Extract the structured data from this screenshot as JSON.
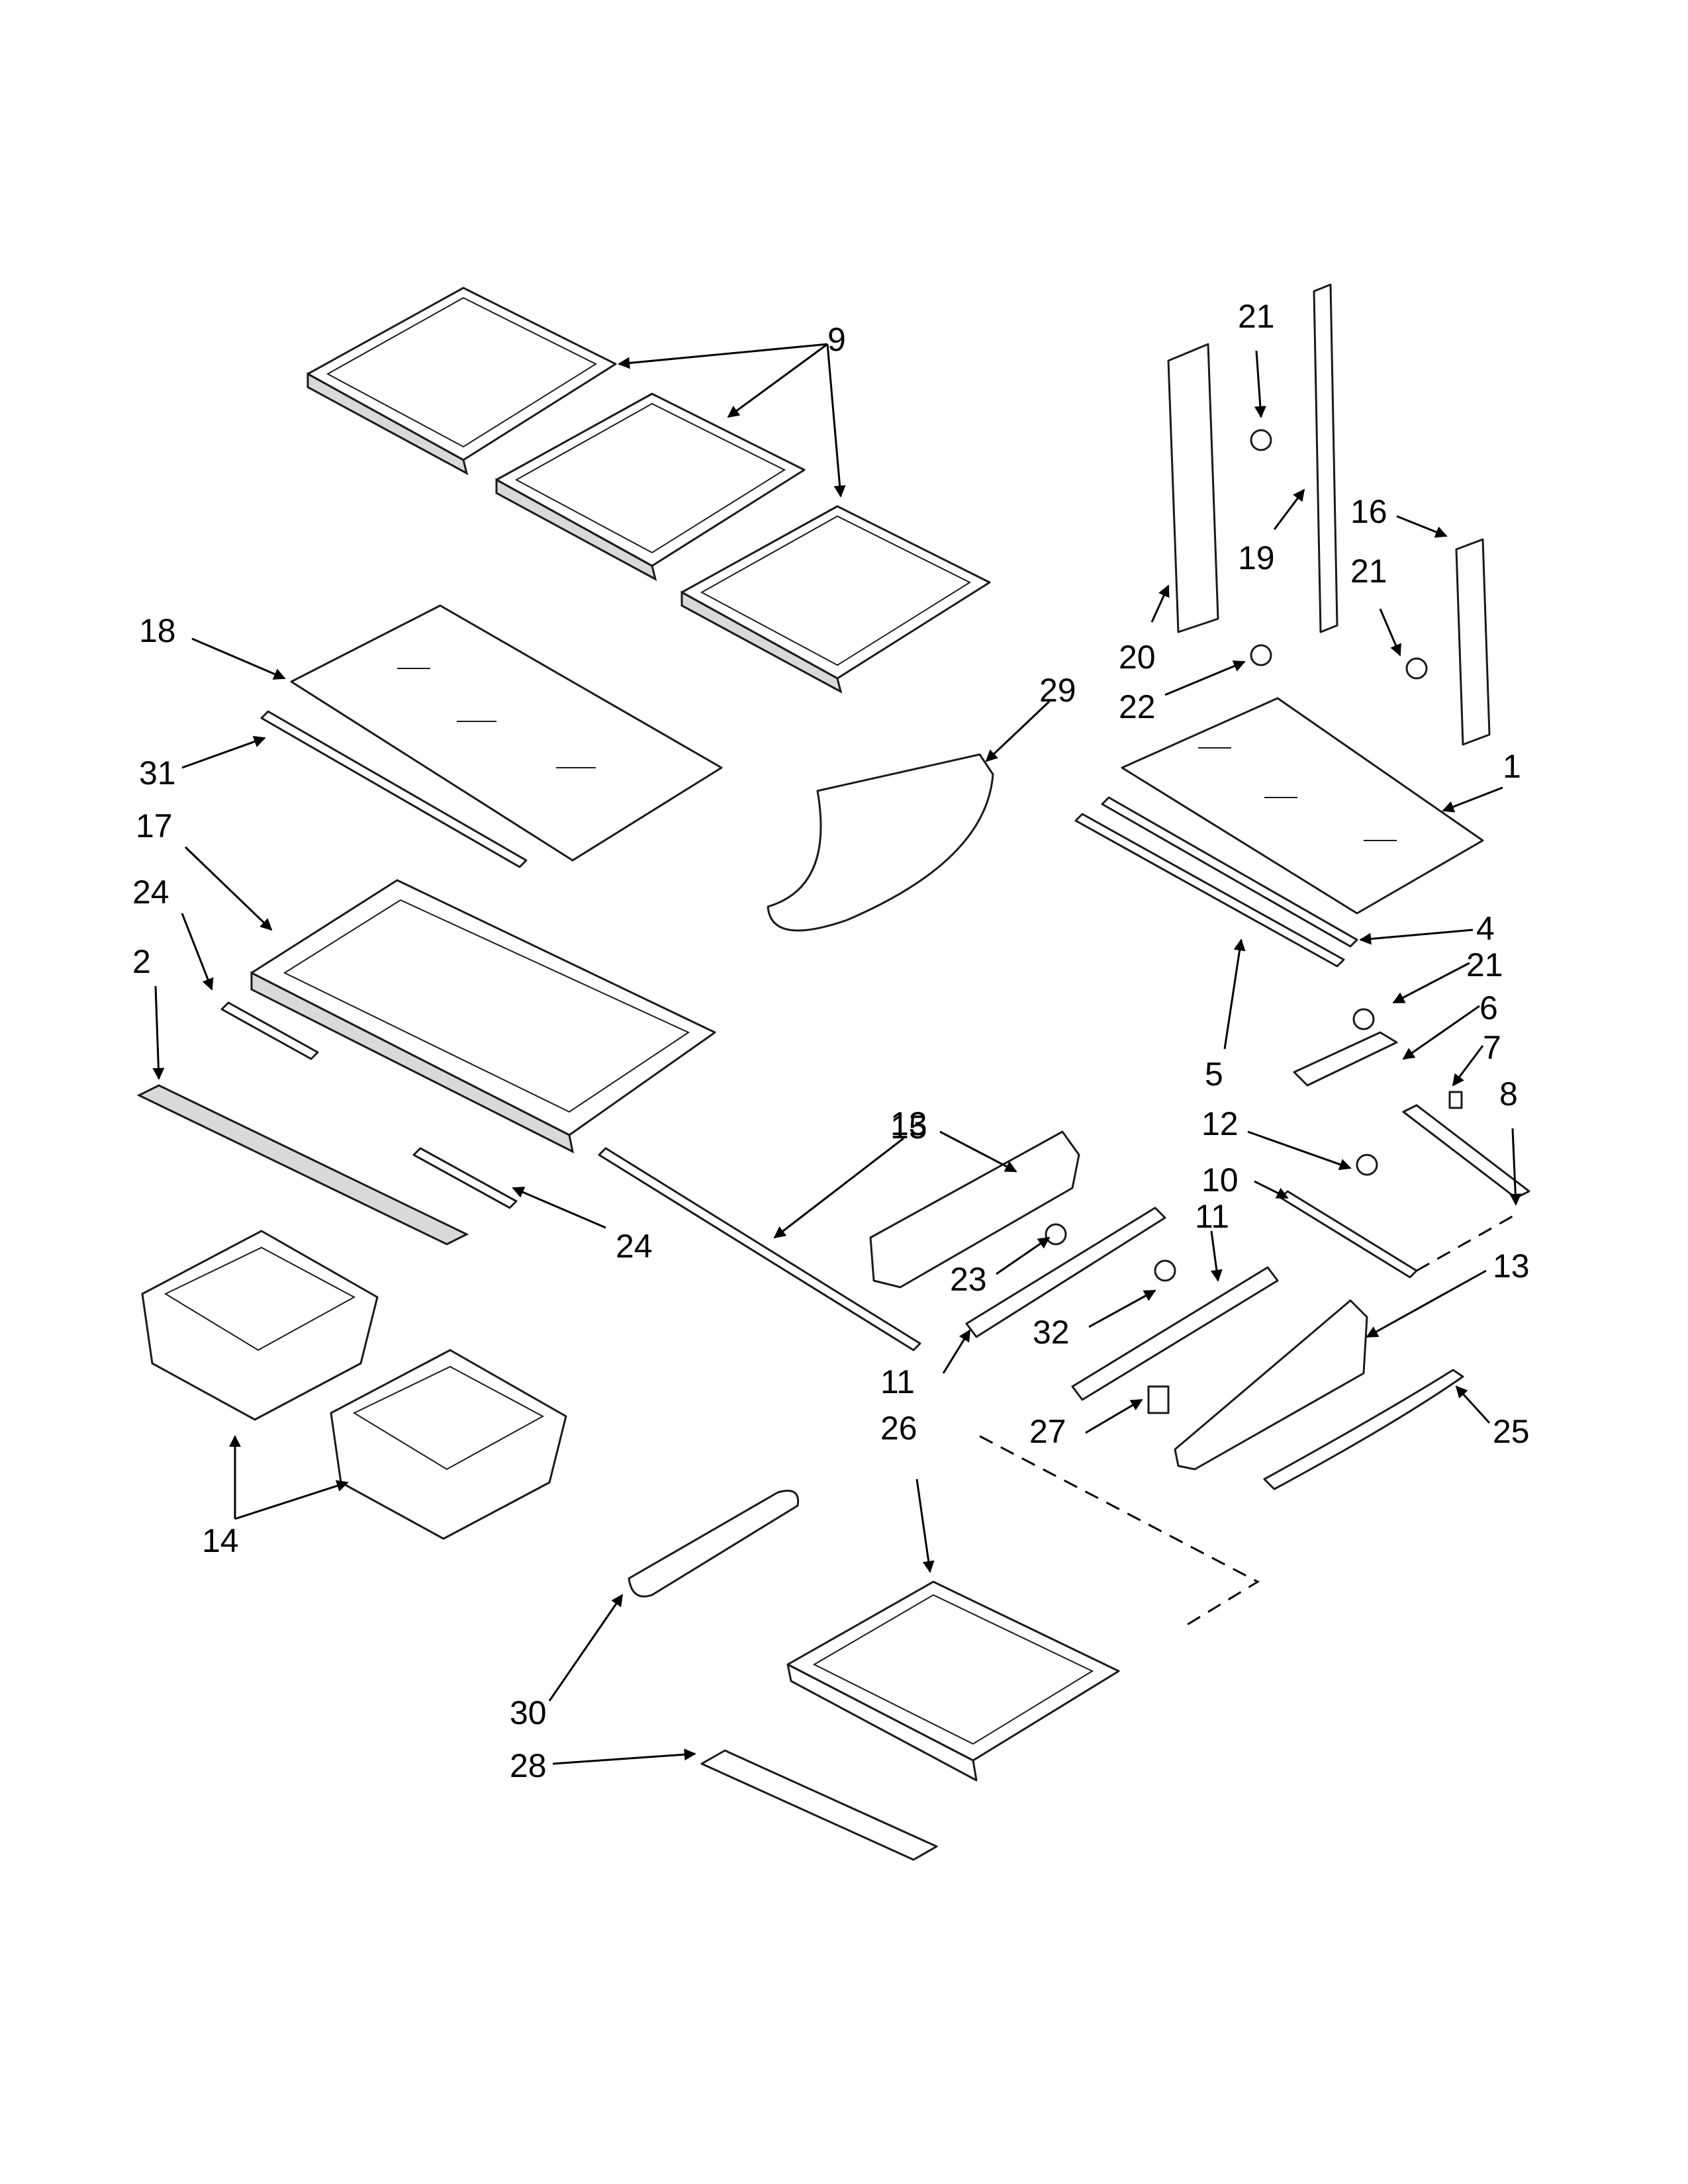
{
  "diagram": {
    "labels": {
      "l9": "9",
      "l21a": "21",
      "l19": "19",
      "l16": "16",
      "l21b": "21",
      "l20": "20",
      "l22": "22",
      "l18": "18",
      "l29": "29",
      "l31": "31",
      "l1": "1",
      "l17": "17",
      "l24a": "24",
      "l4": "4",
      "l2": "2",
      "l21c": "21",
      "l6": "6",
      "l5": "5",
      "l7": "7",
      "l13a": "13",
      "l15": "15",
      "l12": "12",
      "l8": "8",
      "l10": "10",
      "l11a": "11",
      "l24b": "24",
      "l23": "23",
      "l13b": "13",
      "l32": "32",
      "l11b": "11",
      "l26": "26",
      "l27": "27",
      "l25": "25",
      "l14": "14",
      "l30": "30",
      "l28": "28"
    }
  }
}
